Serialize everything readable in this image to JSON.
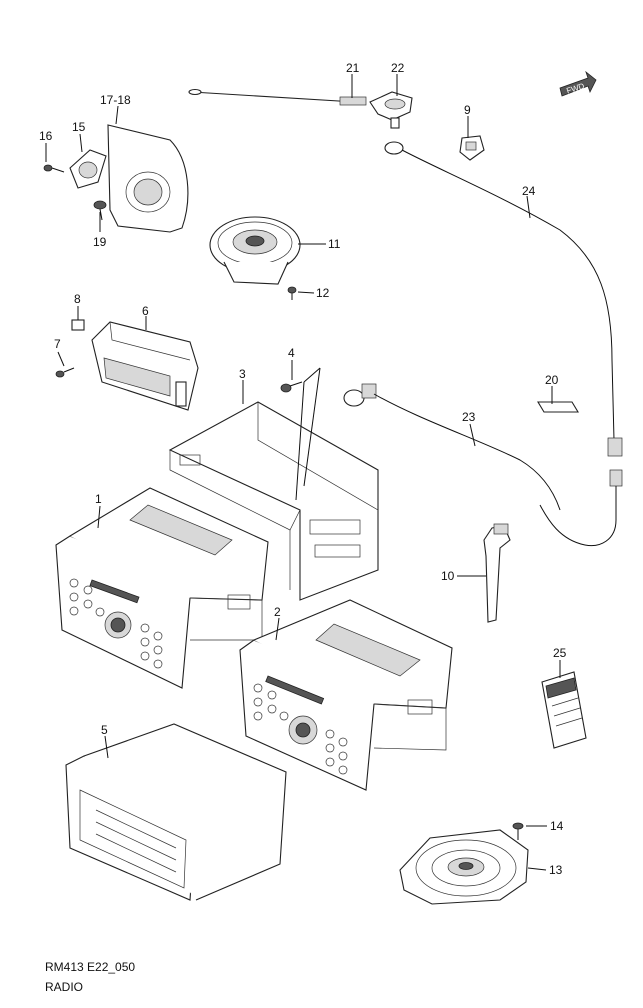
{
  "callouts": {
    "c1": "1",
    "c2": "2",
    "c3": "3",
    "c4": "4",
    "c5": "5",
    "c6": "6",
    "c7": "7",
    "c8": "8",
    "c9": "9",
    "c10": "10",
    "c11": "11",
    "c12": "12",
    "c13": "13",
    "c14": "14",
    "c15": "15",
    "c16": "16",
    "c17_18": "17-18",
    "c19": "19",
    "c20": "20",
    "c21": "21",
    "c22": "22",
    "c23": "23",
    "c24": "24",
    "c25": "25"
  },
  "badge": {
    "fwd": "FWD"
  },
  "footer": {
    "reference": "RM413 E22_050",
    "title": "RADIO"
  }
}
